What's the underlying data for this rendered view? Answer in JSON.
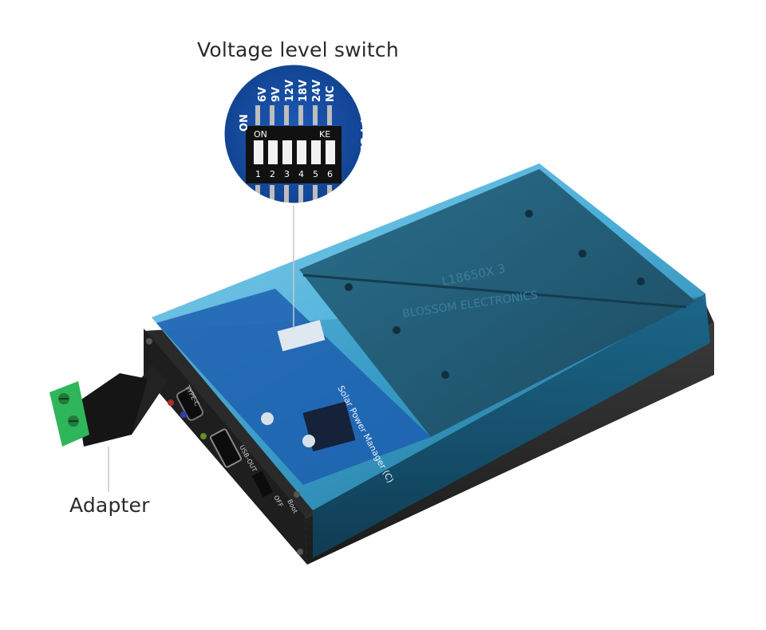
{
  "callouts": {
    "voltage_switch": "Voltage level switch",
    "adapter": "Adapter"
  },
  "dip_switch": {
    "voltage_labels": [
      "6V",
      "9V",
      "12V",
      "18V",
      "24V",
      "NC"
    ],
    "on_label": "ON",
    "ke_label": "KE",
    "numbers": [
      "1",
      "2",
      "3",
      "4",
      "5",
      "6"
    ],
    "side_label": "PPT SET",
    "on_side_label": "ON"
  },
  "battery_lid": {
    "model_text": "L18650X 3",
    "brand_text": "BLOSSOM ELECTRONICS"
  },
  "pcb": {
    "product_text": "Solar Power Manager (C)"
  },
  "ports": {
    "typec_label": "TYPE-C",
    "usb_out_label": "USB-OUT",
    "boot_label": "Boot",
    "off_label": "OFF"
  },
  "colors": {
    "case_blue": "#3aa7d6",
    "case_dark": "#1f4f66",
    "pcb_blue": "#1d5fb0",
    "terminal_green": "#2fb55a",
    "metal_dark": "#2b2b2b"
  }
}
